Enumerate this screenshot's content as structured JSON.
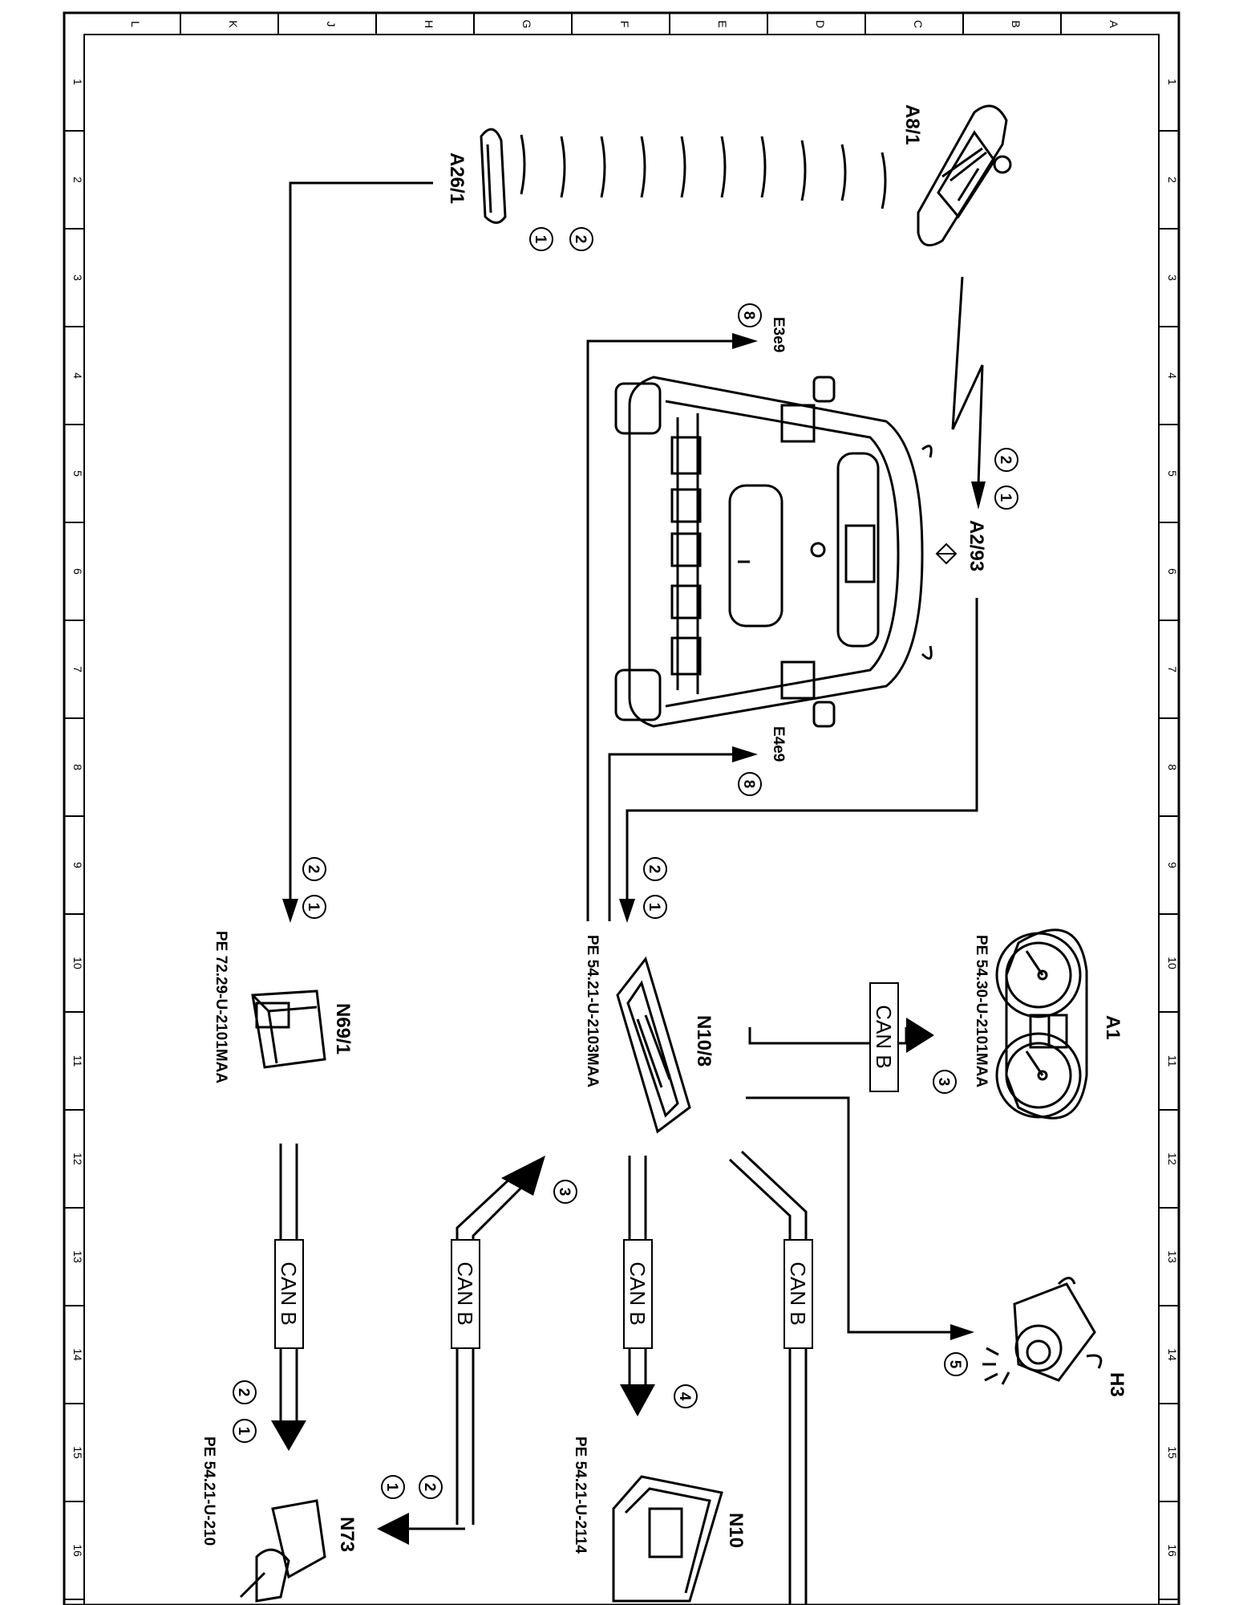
{
  "title_block": {
    "column_letters": [
      "L",
      "K",
      "J",
      "H",
      "G",
      "F",
      "E",
      "D",
      "C",
      "B",
      "A"
    ],
    "row_numbers": [
      "1",
      "2",
      "3",
      "4",
      "5",
      "6",
      "7",
      "8",
      "9",
      "10",
      "11",
      "12",
      "13",
      "14",
      "15",
      "16"
    ]
  },
  "components": {
    "a8_1": "A8/1",
    "a26_1": "A26/1",
    "a2_93": "A2/93",
    "e3e9": "E3e9",
    "e4e9": "E4e9",
    "a1": "A1",
    "n10_8": "N10/8",
    "n69_1": "N69/1",
    "h3": "H3",
    "n10": "N10",
    "n73": "N73"
  },
  "references": {
    "a1": "PE 54.30-U-2101MAA",
    "n10_8": "PE 54.21-U-2103MAA",
    "n69_1": "PE 72.29-U-2101MAA",
    "n10": "PE 54.21-U-2114",
    "n73": "PE 54.21-U-210"
  },
  "bus_label": "CAN B",
  "step_numbers": {
    "one": "1",
    "two": "2",
    "three": "3",
    "four": "4",
    "five": "5",
    "eight": "8"
  },
  "colors": {
    "line": "#000000",
    "background": "#ffffff"
  }
}
